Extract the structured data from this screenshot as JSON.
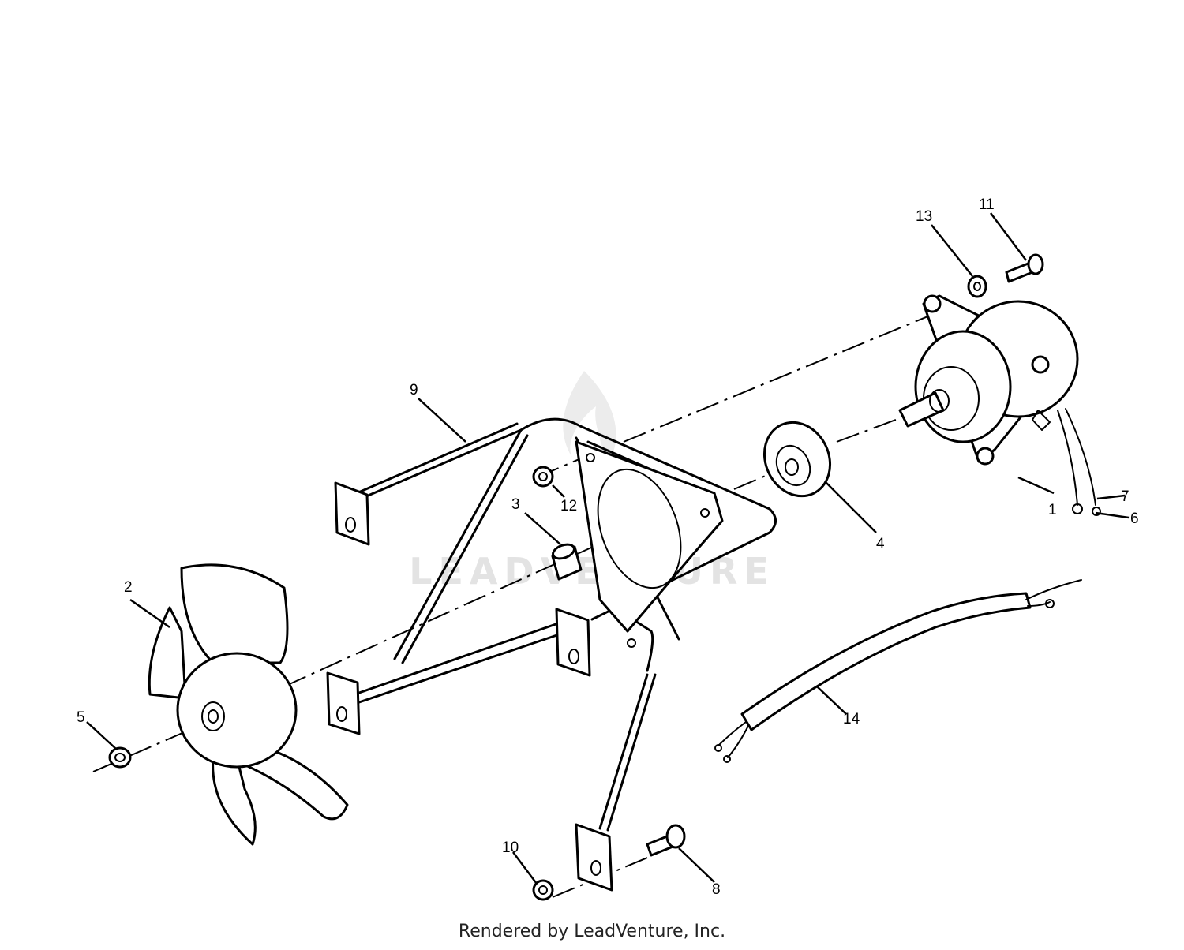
{
  "watermark": "LEADVENTURE",
  "footer": "Rendered by LeadVenture, Inc.",
  "callouts": {
    "c1": "1",
    "c2": "2",
    "c3": "3",
    "c4": "4",
    "c5": "5",
    "c6": "6",
    "c7": "7",
    "c8": "8",
    "c9": "9",
    "c10": "10",
    "c11": "11",
    "c12": "12",
    "c13": "13",
    "c14": "14"
  }
}
